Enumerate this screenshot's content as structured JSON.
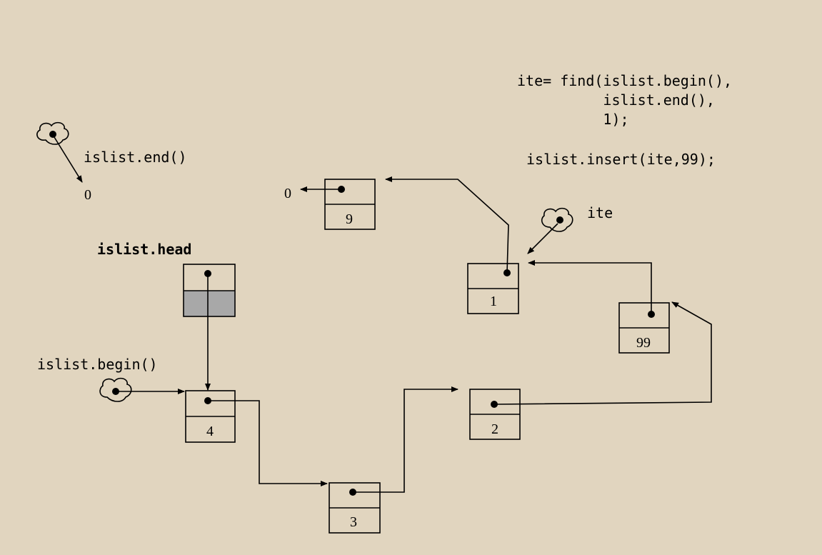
{
  "code": {
    "line1": "ite= find(islist.begin(),",
    "line2": "          islist.end(),",
    "line3": "          1);",
    "line4": "islist.insert(ite,99);"
  },
  "labels": {
    "end": "islist.end()",
    "end_null": "0",
    "head": "islist.head",
    "begin": "islist.begin()",
    "ite": "ite",
    "node9_null": "0"
  },
  "nodes": {
    "n4": "4",
    "n3": "3",
    "n2": "2",
    "n99": "99",
    "n1": "1",
    "n9": "9"
  },
  "colors": {
    "background": "#e1d5bf",
    "head_fill": "#a8a8a8",
    "ink": "#000000"
  }
}
